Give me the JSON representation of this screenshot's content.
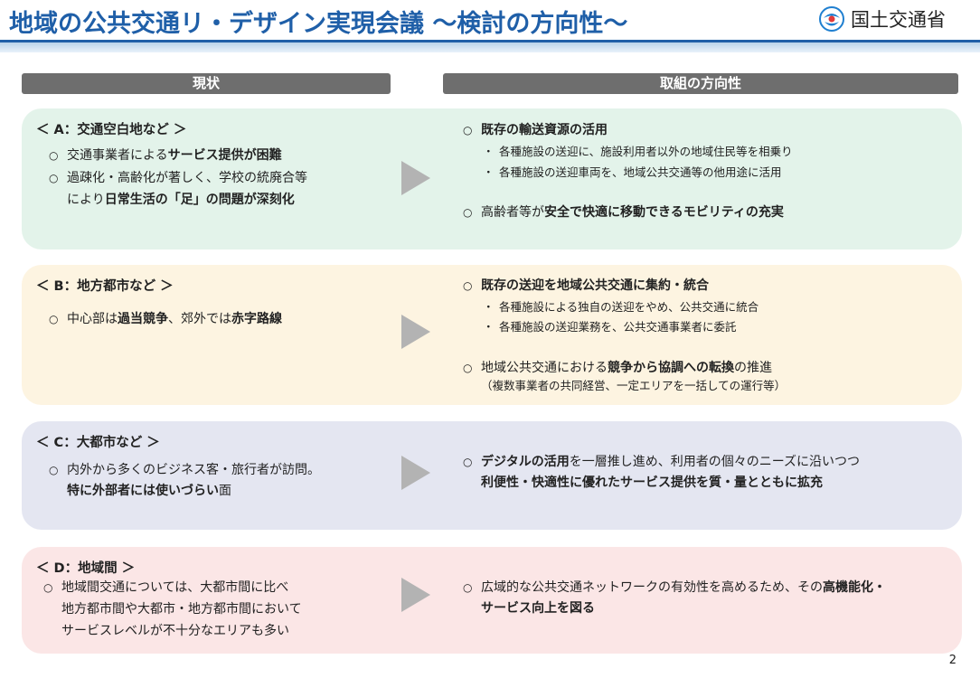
{
  "header": {
    "title": "地域の公共交通リ・デザイン実現会議 ～検討の方向性～",
    "org": "国土交通省"
  },
  "columns": {
    "left": "現状",
    "right": "取組の方向性"
  },
  "sections": {
    "a": {
      "title": "＜ A：交通空白地など ＞",
      "current": [
        {
          "mark": "○",
          "pre": "交通事業者による",
          "bold": "サービス提供が困難",
          "post": ""
        },
        {
          "mark": "○",
          "pre": "過疎化・高齢化が著しく、学校の統廃合等",
          "bold": "",
          "post": ""
        },
        {
          "mark": "",
          "pre": "により",
          "bold": "日常生活の「足」の問題が深刻化",
          "post": ""
        }
      ],
      "direction": [
        {
          "mark": "○",
          "pre": "",
          "bold": "既存の輸送資源の活用",
          "post": "",
          "subs": [
            "各種施設の送迎に、施設利用者以外の地域住民等を相乗り",
            "各種施設の送迎車両を、地域公共交通等の他用途に活用"
          ]
        },
        {
          "mark": "○",
          "pre": "高齢者等が",
          "bold": "安全で快適に移動できるモビリティの充実",
          "post": ""
        }
      ]
    },
    "b": {
      "title": "＜ B：地方都市など ＞",
      "current": [
        {
          "mark": "○",
          "pre": "中心部は",
          "bold": "過当競争",
          "mid": "、郊外では",
          "bold2": "赤字路線"
        }
      ],
      "direction": [
        {
          "mark": "○",
          "pre": "",
          "bold": "既存の送迎を地域公共交通に集約・統合",
          "post": "",
          "subs": [
            "各種施設による独自の送迎をやめ、公共交通に統合",
            "各種施設の送迎業務を、公共交通事業者に委託"
          ]
        },
        {
          "mark": "○",
          "pre": "地域公共交通における",
          "bold": "競争から協調への転換",
          "post": "の推進",
          "line2": "（複数事業者の共同経営、一定エリアを一括しての運行等）"
        }
      ]
    },
    "c": {
      "title": "＜ C：大都市など ＞",
      "current": [
        {
          "mark": "○",
          "pre": "内外から多くのビジネス客・旅行者が訪問。"
        },
        {
          "mark": "",
          "bold": "特に外部者には使いづらい",
          "post": "面"
        }
      ],
      "direction": [
        {
          "mark": "○",
          "bold": "デジタルの活用",
          "post": "を一層推し進め、利用者の個々のニーズに沿いつつ",
          "line2_bold": "利便性・快適性に優れたサービス提供を質・量とともに拡充"
        }
      ]
    },
    "d": {
      "title": "＜ D：地域間 ＞",
      "current": [
        {
          "mark": "○",
          "pre": "地域間交通については、大都市間に比べ"
        },
        {
          "mark": "",
          "pre": "地方都市間や大都市・地方都市間において"
        },
        {
          "mark": "",
          "pre": "サービスレベルが不十分なエリアも多い"
        }
      ],
      "direction": [
        {
          "mark": "○",
          "pre": "広域的な公共交通ネットワークの有効性を高めるため、その",
          "bold": "高機能化・",
          "line2_bold": "サービス向上を図る"
        }
      ]
    }
  },
  "sub_bullet": "・",
  "page_number": "2",
  "colors": {
    "title_blue": "#1f5fa8",
    "header_gray": "#6e6e6e",
    "panel_a": "#e3f3ea",
    "panel_b": "#fdf4e1",
    "panel_c": "#e4e6f1",
    "panel_d": "#fbe6e6",
    "arrow": "#b3b3b3"
  },
  "icons": {
    "logo": "mlit-logo-icon",
    "arrow": "right-triangle-arrow-icon"
  }
}
